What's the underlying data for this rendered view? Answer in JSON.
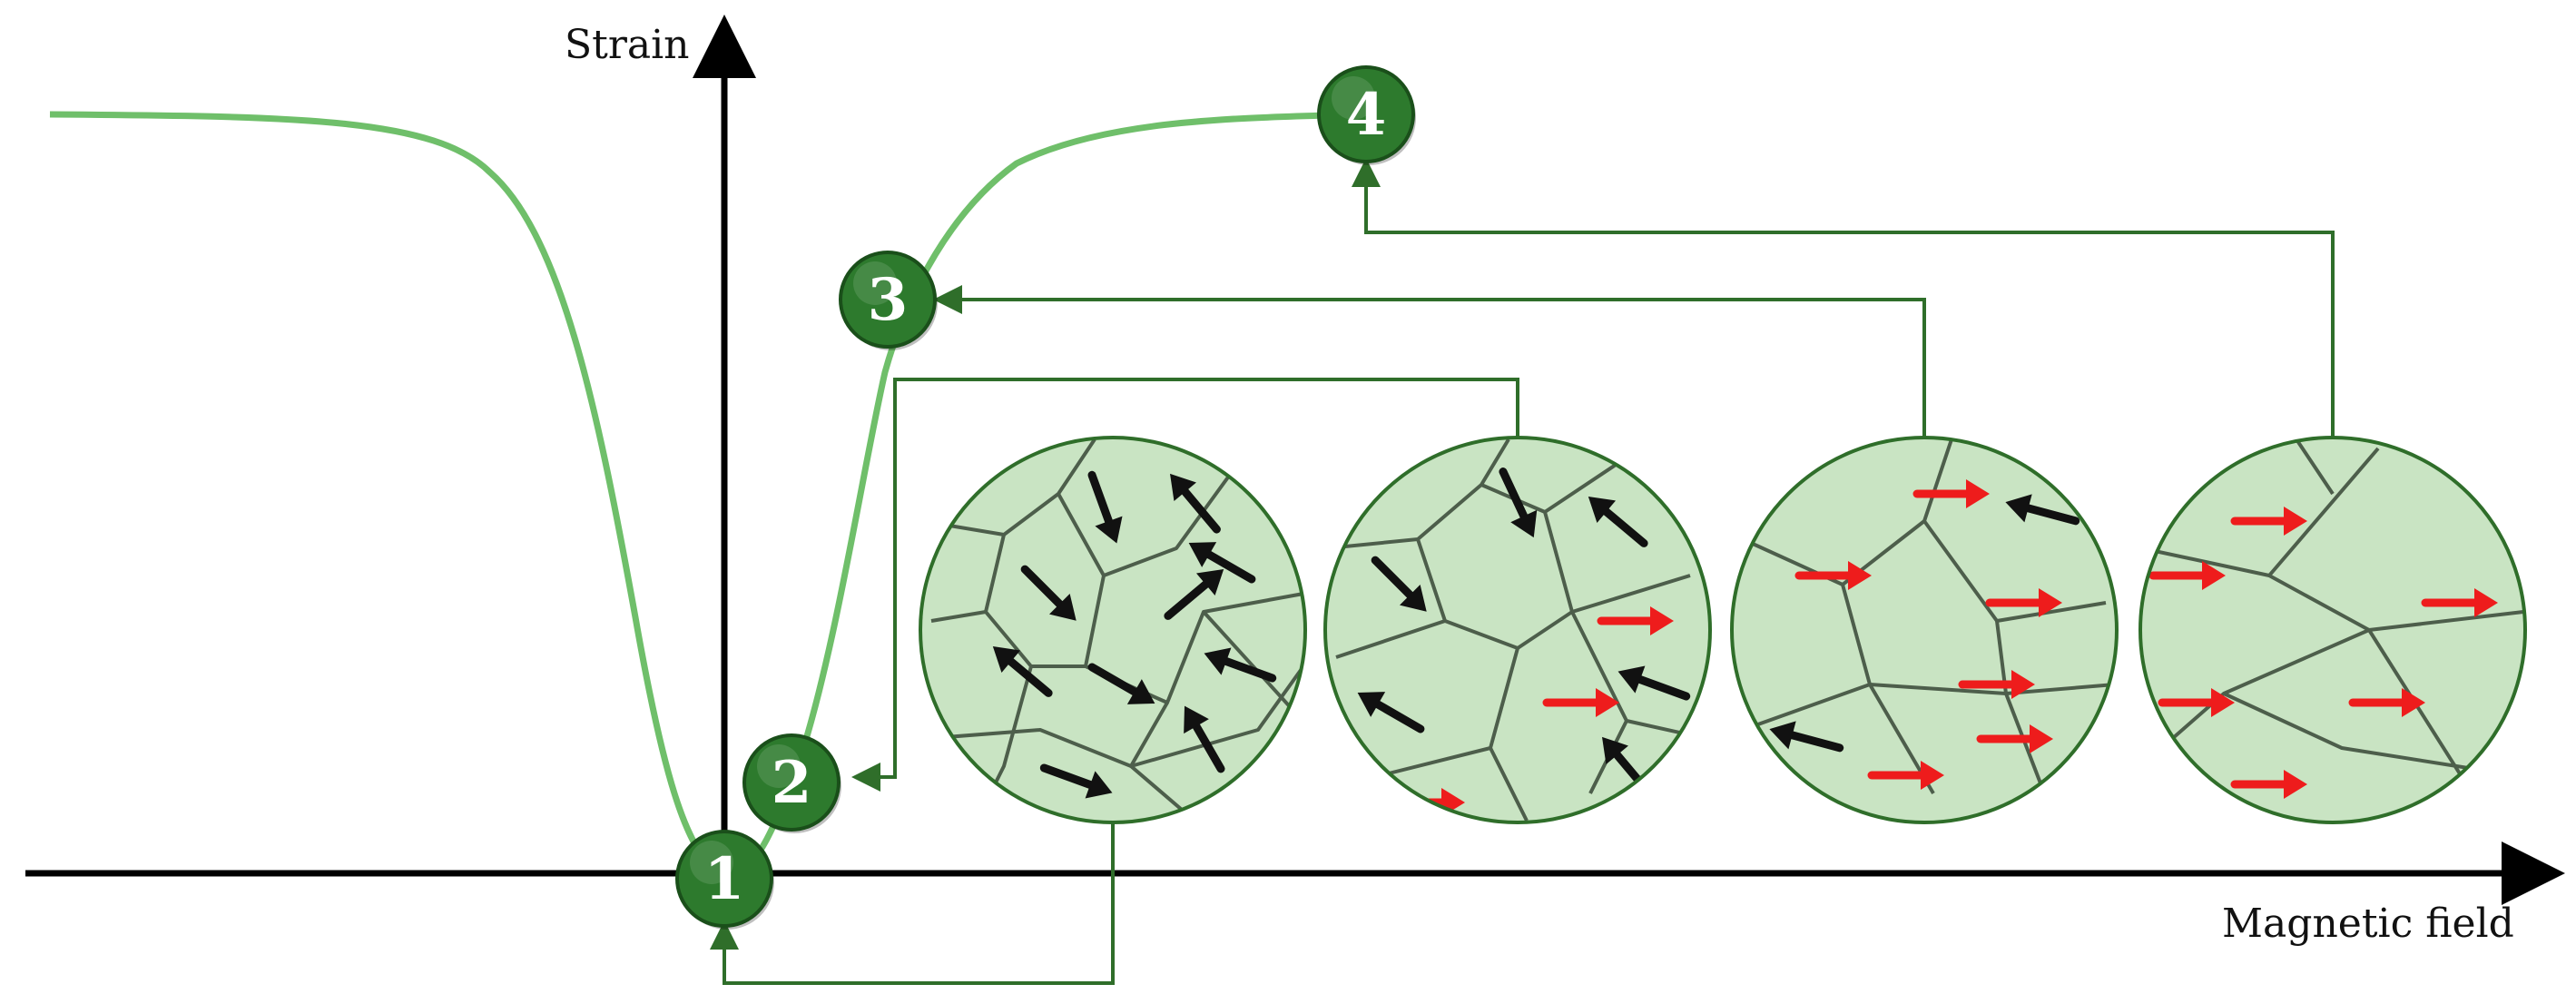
{
  "axes": {
    "y_label": "Strain",
    "x_label": "Magnetic field"
  },
  "colors": {
    "curve": "#6fbf6a",
    "badge": "#2d7a2d",
    "badge_border": "#1a4f1a",
    "connector": "#2f6e2a",
    "grain_fill": "#c9e4c3",
    "grain_outline": "#2f6e2a",
    "boundary": "#4d5e4b",
    "arrow_unaligned": "#111111",
    "arrow_aligned": "#ee1c1c"
  },
  "stages": [
    {
      "label": "1"
    },
    {
      "label": "2"
    },
    {
      "label": "3"
    },
    {
      "label": "4"
    }
  ],
  "domain_circles": [
    {
      "connects_to_stage": "1",
      "aligned_arrows": 0,
      "unaligned_arrows": 10
    },
    {
      "connects_to_stage": "2",
      "aligned_arrows": 3,
      "unaligned_arrows": 6
    },
    {
      "connects_to_stage": "3",
      "aligned_arrows": 6,
      "unaligned_arrows": 2
    },
    {
      "connects_to_stage": "4",
      "aligned_arrows": 6,
      "unaligned_arrows": 0
    }
  ]
}
